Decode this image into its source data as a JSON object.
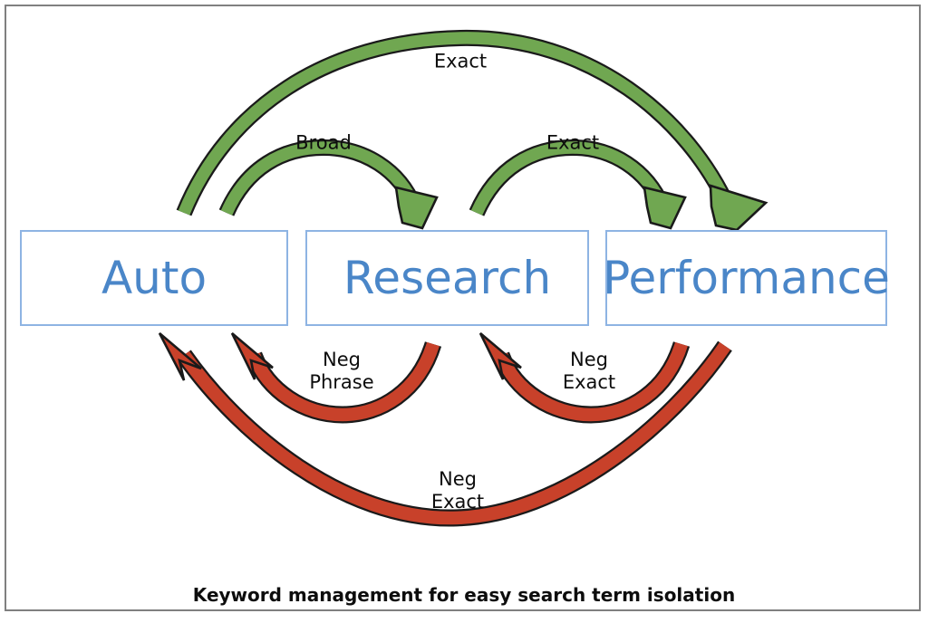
{
  "diagram": {
    "caption": "Keyword management for easy search term isolation",
    "colors": {
      "node_border": "#8EB4E3",
      "node_text": "#4A86C8",
      "positive_arrow": "#70A751",
      "negative_arrow": "#C8412A",
      "arrow_outline": "#1a1a1a",
      "frame_border": "#808080",
      "background": "#ffffff",
      "label_text": "#0d0d0d"
    },
    "nodes": [
      {
        "id": "auto",
        "label": "Auto"
      },
      {
        "id": "research",
        "label": "Research"
      },
      {
        "id": "performance",
        "label": "Performance"
      }
    ],
    "edges": [
      {
        "id": "auto-to-performance",
        "label": "Exact",
        "from": "auto",
        "to": "performance",
        "kind": "positive"
      },
      {
        "id": "auto-to-research",
        "label": "Broad",
        "from": "auto",
        "to": "research",
        "kind": "positive"
      },
      {
        "id": "research-to-performance",
        "label": "Exact",
        "from": "research",
        "to": "performance",
        "kind": "positive"
      },
      {
        "id": "performance-to-auto",
        "label": "Neg\nExact",
        "from": "performance",
        "to": "auto",
        "kind": "negative"
      },
      {
        "id": "research-to-auto",
        "label": "Neg\nPhrase",
        "from": "research",
        "to": "auto",
        "kind": "negative"
      },
      {
        "id": "performance-to-research",
        "label": "Neg\nExact",
        "from": "performance",
        "to": "research",
        "kind": "negative"
      }
    ]
  }
}
